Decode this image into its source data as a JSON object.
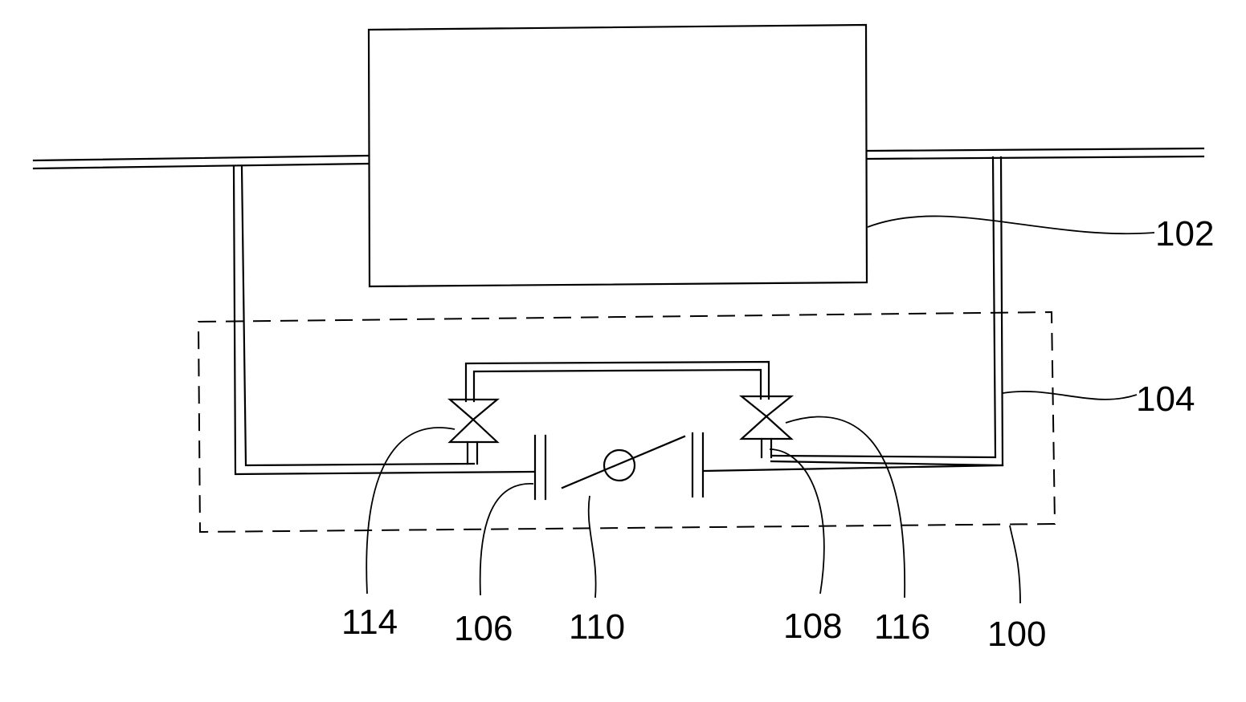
{
  "labels": {
    "ref_100": "100",
    "ref_102": "102",
    "ref_104": "104",
    "ref_106": "106",
    "ref_108": "108",
    "ref_110": "110",
    "ref_114": "114",
    "ref_116": "116"
  }
}
